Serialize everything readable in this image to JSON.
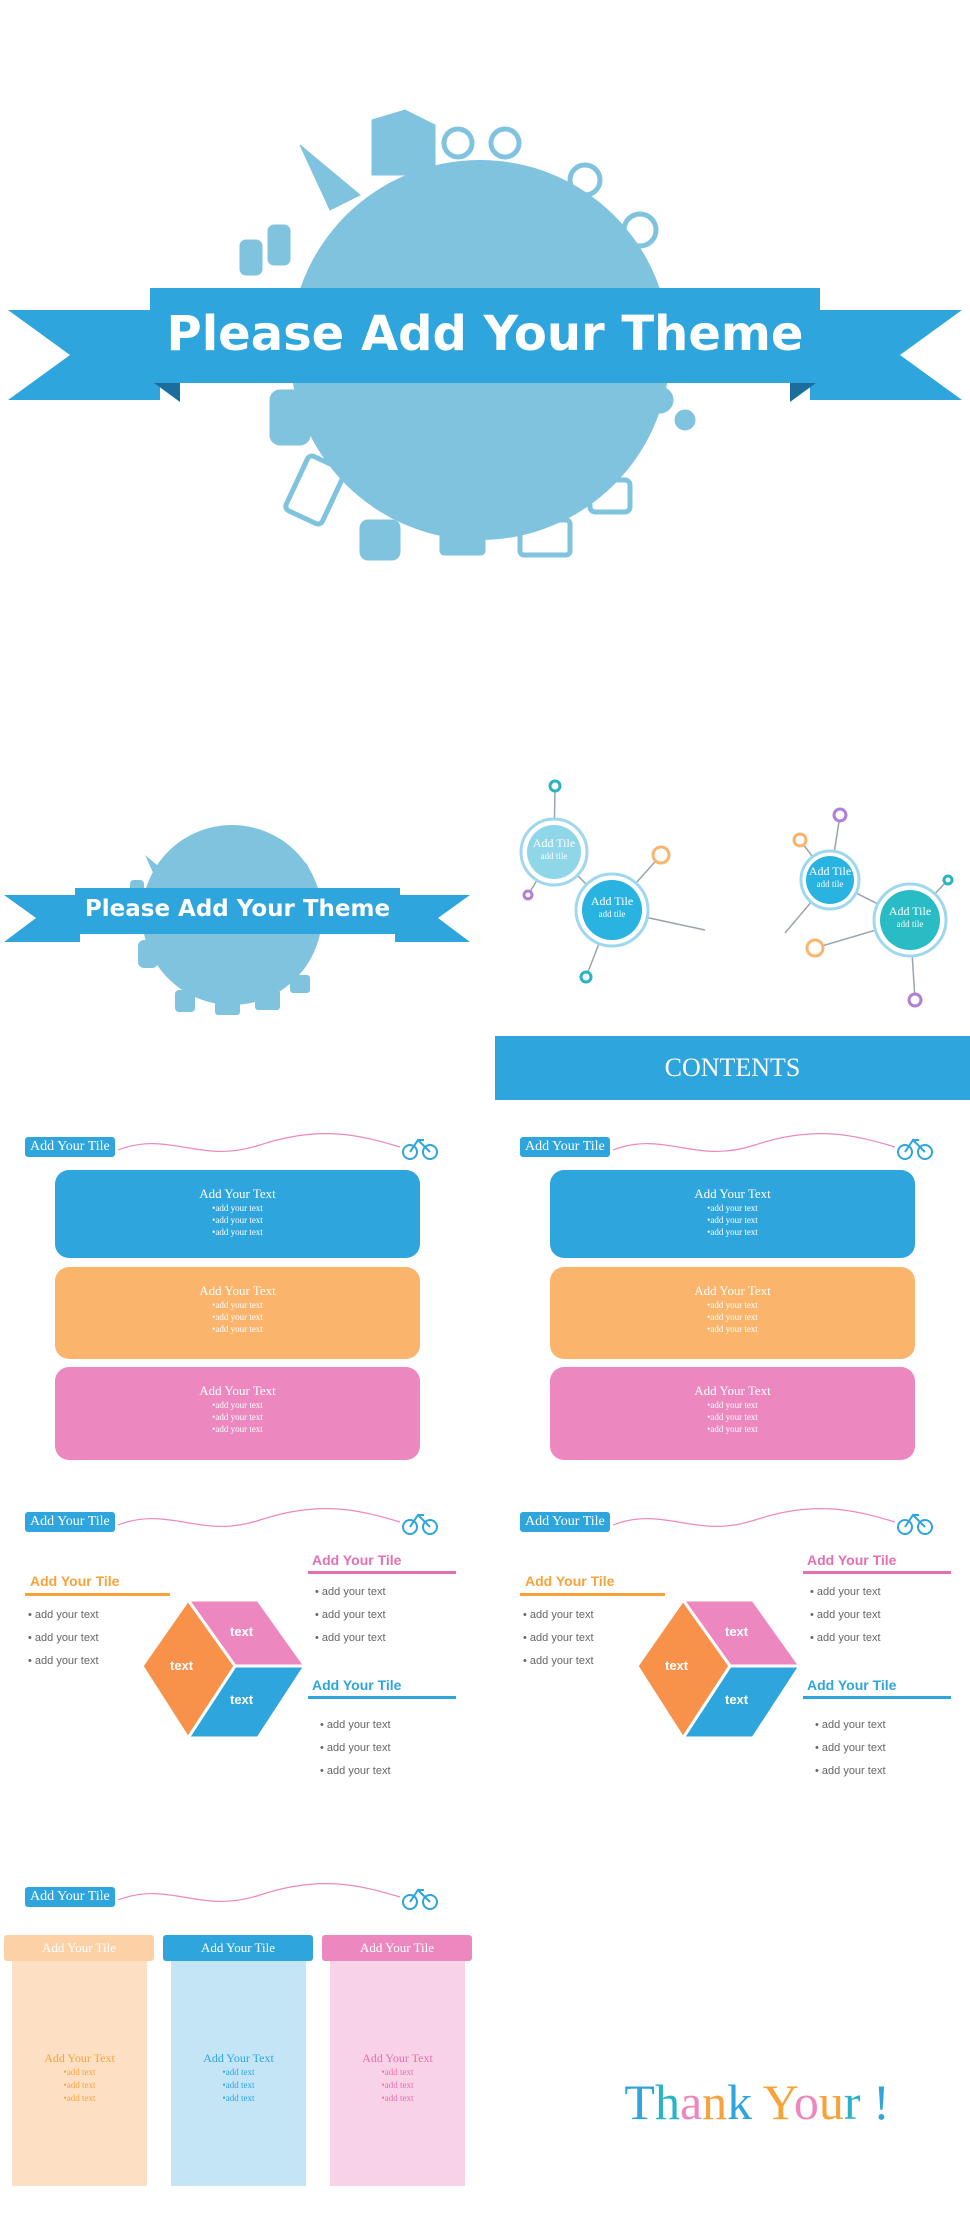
{
  "hero": {
    "title": "Please Add Your Theme"
  },
  "mini_hero": {
    "title": "Please Add Your Theme"
  },
  "contents": {
    "banner": "CONTENTS",
    "nodes": [
      {
        "title": "Add Tile",
        "sub": "add tile"
      },
      {
        "title": "Add Tile",
        "sub": "add tile"
      },
      {
        "title": "Add Tile",
        "sub": "add tile"
      },
      {
        "title": "Add Tile",
        "sub": "add tile"
      }
    ]
  },
  "list_slide": {
    "tag": "Add Your Tile",
    "cards": [
      {
        "title": "Add Your Text",
        "lines": [
          "•add your text",
          "•add your text",
          "•add your text"
        ]
      },
      {
        "title": "Add Your Text",
        "lines": [
          "•add your text",
          "•add your text",
          "•add your text"
        ]
      },
      {
        "title": "Add Your Text",
        "lines": [
          "•add your text",
          "•add your text",
          "•add your text"
        ]
      }
    ]
  },
  "cube_slide": {
    "tag": "Add Your Tile",
    "left": {
      "title": "Add Your Tile",
      "items": [
        "• add your text",
        "• add your text",
        "• add your text"
      ]
    },
    "top_right": {
      "title": "Add Your Tile",
      "items": [
        "• add your text",
        "• add your text",
        "• add your text"
      ]
    },
    "bottom_right": {
      "title": "Add Your Tile",
      "items": [
        "• add your text",
        "• add your text",
        "• add your text"
      ]
    },
    "faces": [
      "text",
      "text",
      "text"
    ]
  },
  "column_slide": {
    "tag": "Add Your Tile",
    "columns": [
      {
        "head": "Add Your Tile",
        "title": "Add Your Text",
        "lines": [
          "•add text",
          "•add text",
          "•add text"
        ]
      },
      {
        "head": "Add Your Tile",
        "title": "Add Your Text",
        "lines": [
          "•add text",
          "•add text",
          "•add text"
        ]
      },
      {
        "head": "Add Your Tile",
        "title": "Add Your Text",
        "lines": [
          "•add text",
          "•add text",
          "•add text"
        ]
      }
    ]
  },
  "thanks": {
    "words": [
      "T",
      "h",
      "a",
      "n",
      "k",
      " ",
      "Y",
      "o",
      "u",
      "r",
      " ",
      "!"
    ]
  },
  "colors": {
    "blue": "#2ea5dc",
    "globe": "#7fc3df",
    "orange": "#fbb46c",
    "pink": "#ec88bf",
    "teal": "#29b3c9"
  }
}
